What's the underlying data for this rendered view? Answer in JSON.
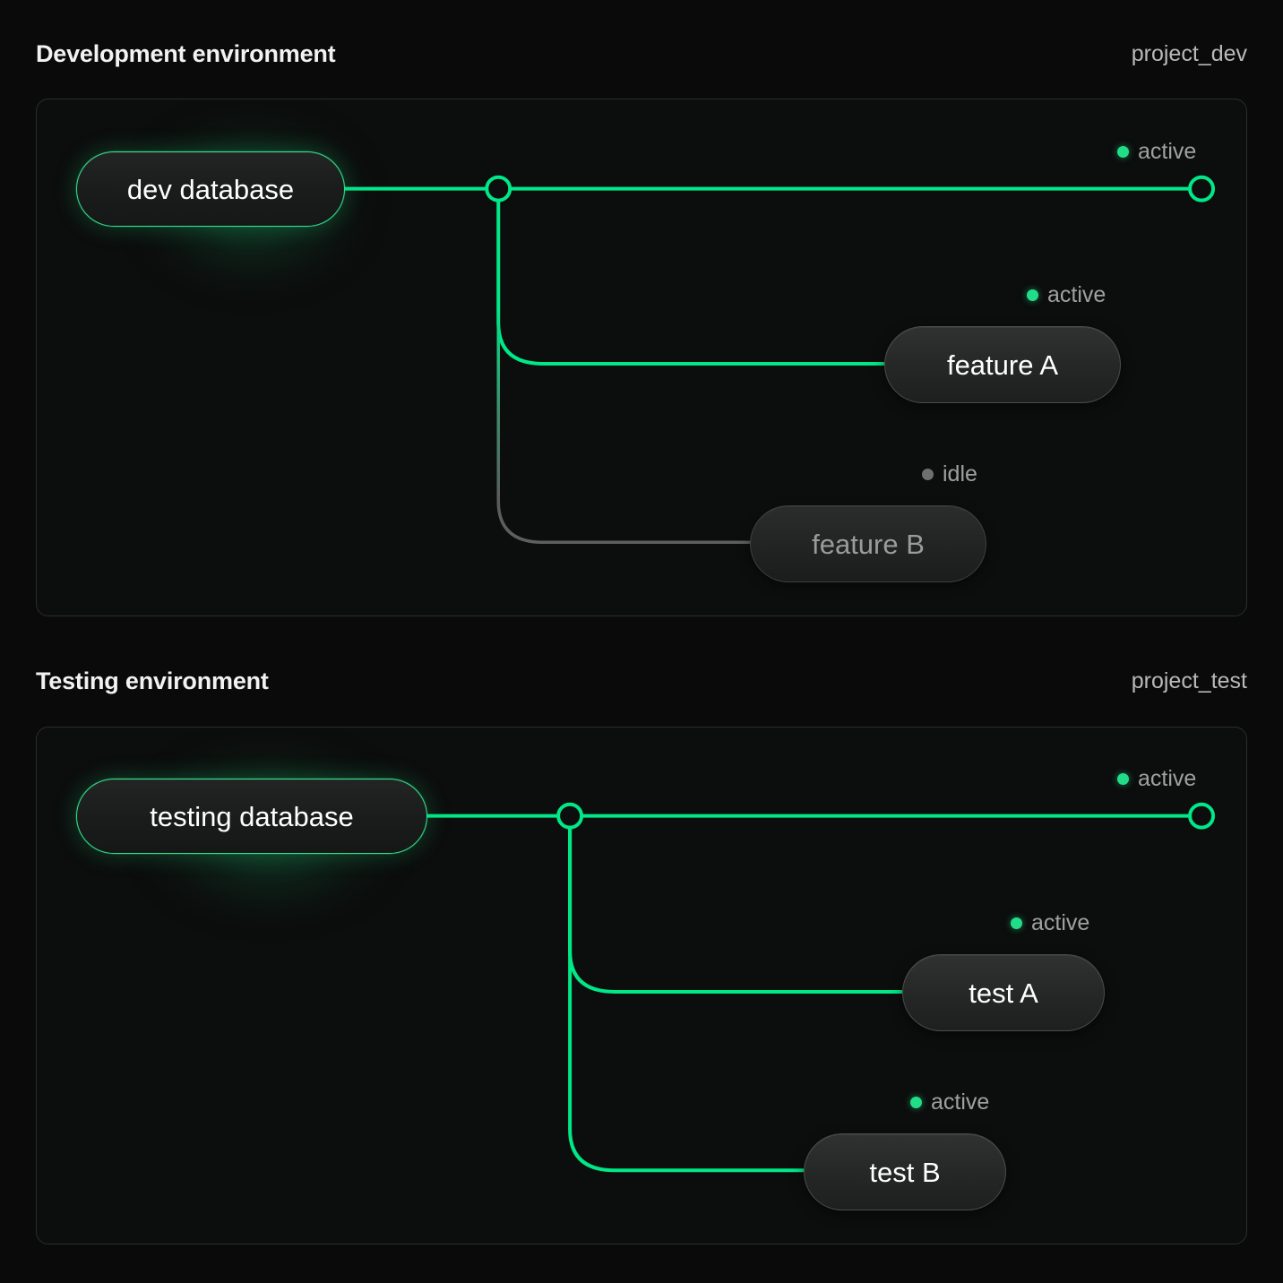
{
  "colors": {
    "background": "#0a0a0a",
    "panel_bg": "#0c0d0d",
    "panel_border": "#2b2d2c",
    "accent_green": "#00e887",
    "dot_active": "#22dd88",
    "dot_idle": "#6d7070",
    "idle_wire": "#5a5c5c",
    "text_primary": "#f2f2f2",
    "text_muted": "#9fa1a1"
  },
  "sections": [
    {
      "id": "development",
      "title": "Development environment",
      "project": "project_dev",
      "database": {
        "label": "dev database",
        "status": "active"
      },
      "trunk_status": "active",
      "trunk_status_label": "active",
      "branches": [
        {
          "label": "feature A",
          "status": "active",
          "status_label": "active"
        },
        {
          "label": "feature B",
          "status": "idle",
          "status_label": "idle"
        }
      ]
    },
    {
      "id": "testing",
      "title": "Testing environment",
      "project": "project_test",
      "database": {
        "label": "testing database",
        "status": "active"
      },
      "trunk_status": "active",
      "trunk_status_label": "active",
      "branches": [
        {
          "label": "test A",
          "status": "active",
          "status_label": "active"
        },
        {
          "label": "test B",
          "status": "active",
          "status_label": "active"
        }
      ]
    }
  ]
}
